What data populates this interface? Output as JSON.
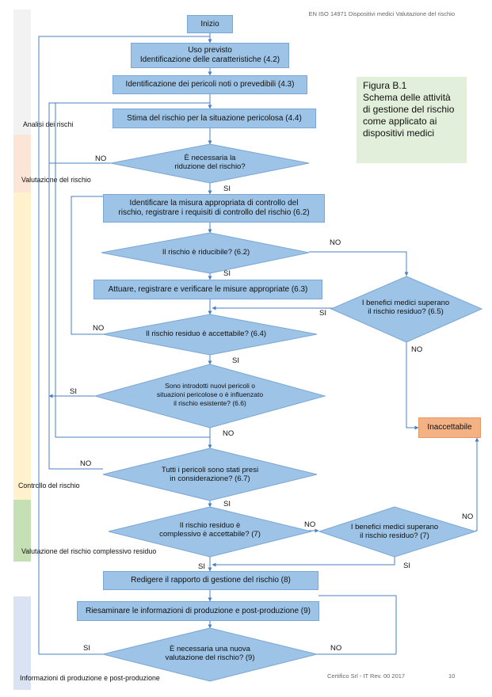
{
  "header": "EN ISO 14971 Dispositivi medici Valutazione del rischio",
  "footer": {
    "company": "Certifico Srl - IT Rev. 00 2017",
    "page": "10"
  },
  "figure": {
    "line1": "Figura B.1",
    "line2": "Schema delle attività",
    "line3": "di gestione del rischio",
    "line4": "come applicato ai",
    "line5": "dispositivi medici"
  },
  "phases": {
    "analisi": "Analisi dei rischi",
    "valutazione": "Valutazione del rischio",
    "controllo": "Controllo del rischio",
    "complessivo": "Valutazione del rischio complessivo residuo",
    "produzione": "Informazioni di produzione e post-produzione"
  },
  "phase_colors": {
    "analisi": "#f2f2f2",
    "valutazione": "#fbe5d6",
    "controllo": "#fff2cc",
    "complessivo": "#c5e0b4",
    "produzione": "#dae3f3"
  },
  "nodes": {
    "inizio": "Inizio",
    "uso_line1": "Uso previsto",
    "uso_line2": "Identificazione delle caratteristiche (4.2)",
    "pericoli": "Identificazione dei pericoli noti o prevedibili (4.3)",
    "stima": "Stima del rischio per la situazione pericolosa (4.4)",
    "riduzione_line1": "È necessaria la",
    "riduzione_line2": "riduzione del rischio?",
    "misura_line1": "Identificare la misura appropriata di controllo del",
    "misura_line2": "rischio, registrare i requisiti di controllo del rischio (6.2)",
    "riducibile": "Il rischio è riducibile? (6.2)",
    "attuare": "Attuare, registrare e verificare le misure appropriate (6.3)",
    "benefici1_line1": "I benefici medici superano",
    "benefici1_line2": "il rischio residuo? (6.5)",
    "residuo": "Il rischio residuo è accettabile? (6.4)",
    "nuovi_line1": "Sono introdotti nuovi pericoli o",
    "nuovi_line2": "situazioni pericolose o è influenzato",
    "nuovi_line3": "il rischio esistente? (6.6)",
    "inaccettabile": "Inaccettabile",
    "tutti_line1": "Tutti i pericoli sono stati presi",
    "tutti_line2": "in considerazione? (6.7)",
    "complessivo_line1": "Il rischio residuo è",
    "complessivo_line2": "complessivo è accettabile? (7)",
    "benefici2_line1": "I benefici medici superano",
    "benefici2_line2": "il rischio residuo? (7)",
    "rapporto": "Redigere il rapporto di gestione del rischio (8)",
    "riesaminare": "Riesaminare le informazioni di produzione e post-produzione (9)",
    "nuova_line1": "È necessaria una nuova",
    "nuova_line2": "valutazione del rischio? (9)"
  },
  "labels": {
    "si": "SI",
    "no": "NO"
  }
}
